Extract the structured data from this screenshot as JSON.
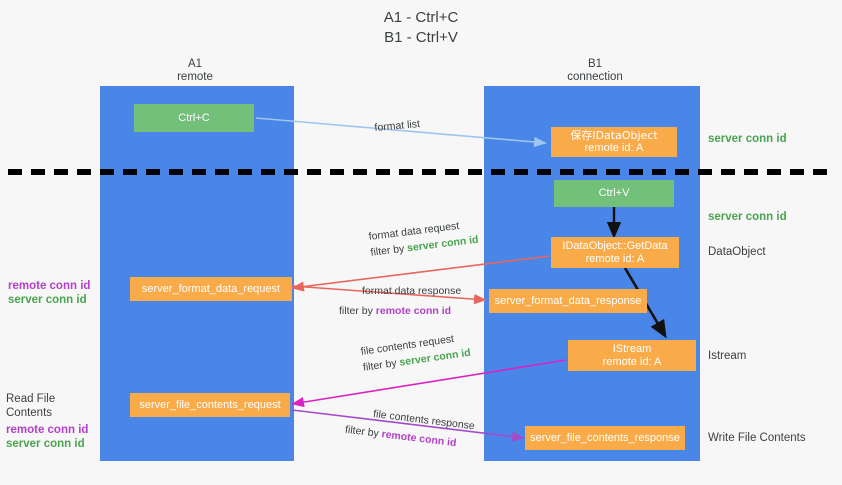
{
  "title": {
    "line1": "A1 - Ctrl+C",
    "line2": "B1 - Ctrl+V"
  },
  "columns": [
    {
      "name": "A1",
      "role": "remote"
    },
    {
      "name": "B1",
      "role": "connection"
    }
  ],
  "colors": {
    "lane": "#4a86e8",
    "node_orange": "#f9ab4a",
    "node_green": "#72c07a",
    "server_conn_id": "#4aa34f",
    "remote_conn_id": "#b340c9",
    "arrow_blue": "#9fc5f0",
    "arrow_red": "#e8665c",
    "arrow_magenta": "#d923c2",
    "arrow_purple": "#a34bc9",
    "arrow_black": "#000000",
    "divider": "#000000",
    "background": "#f7f7f7"
  },
  "divider": {
    "style": "dashed",
    "label": ""
  },
  "nodes": {
    "ctrl_c": {
      "label": "Ctrl+C",
      "kind": "green"
    },
    "save_idataobject": {
      "line1": "保存IDataObject",
      "line2": "remote id: A",
      "kind": "orange"
    },
    "ctrl_v": {
      "label": "Ctrl+V",
      "kind": "green"
    },
    "getdata": {
      "line1": "IDataObject::GetData",
      "line2": "remote id: A",
      "kind": "orange"
    },
    "istream": {
      "line1": "IStream",
      "line2": "remote id: A",
      "kind": "orange"
    },
    "server_format_data_request": {
      "label": "server_format_data_request",
      "kind": "orange"
    },
    "server_format_data_response": {
      "label": "server_format_data_response",
      "kind": "orange"
    },
    "server_file_contents_request": {
      "label": "server_file_contents_request",
      "kind": "orange"
    },
    "server_file_contents_response": {
      "label": "server_file_contents_response",
      "kind": "orange"
    }
  },
  "right_labels": [
    {
      "id": "server-conn-id-1",
      "text": "server conn id",
      "color": "green"
    },
    {
      "id": "server-conn-id-2",
      "text": "server conn id",
      "color": "green"
    },
    {
      "id": "dataobject",
      "text": "DataObject",
      "color": "plain"
    },
    {
      "id": "istream",
      "text": "Istream",
      "color": "plain"
    },
    {
      "id": "write-file-contents",
      "text": "Write File Contents",
      "color": "plain"
    }
  ],
  "left_labels": {
    "format_block": {
      "remote": "remote conn id",
      "server": "server conn id"
    },
    "read_file_contents": {
      "heading": "Read File Contents",
      "remote": "remote conn id",
      "server": "server conn id"
    }
  },
  "arrow_labels": {
    "format_list": {
      "main": "format list"
    },
    "format_data_request": {
      "main": "format data request",
      "filter_prefix": "filter by ",
      "filter_value": "server conn id"
    },
    "format_data_response": {
      "main": "format data response",
      "filter_prefix": "filter by ",
      "filter_value": "remote conn id"
    },
    "file_contents_request": {
      "main": "file contents request",
      "filter_prefix": "filter by ",
      "filter_value": "server conn id"
    },
    "file_contents_response": {
      "main": "file contents response",
      "filter_prefix": "filter by ",
      "filter_value": "remote conn id"
    }
  }
}
